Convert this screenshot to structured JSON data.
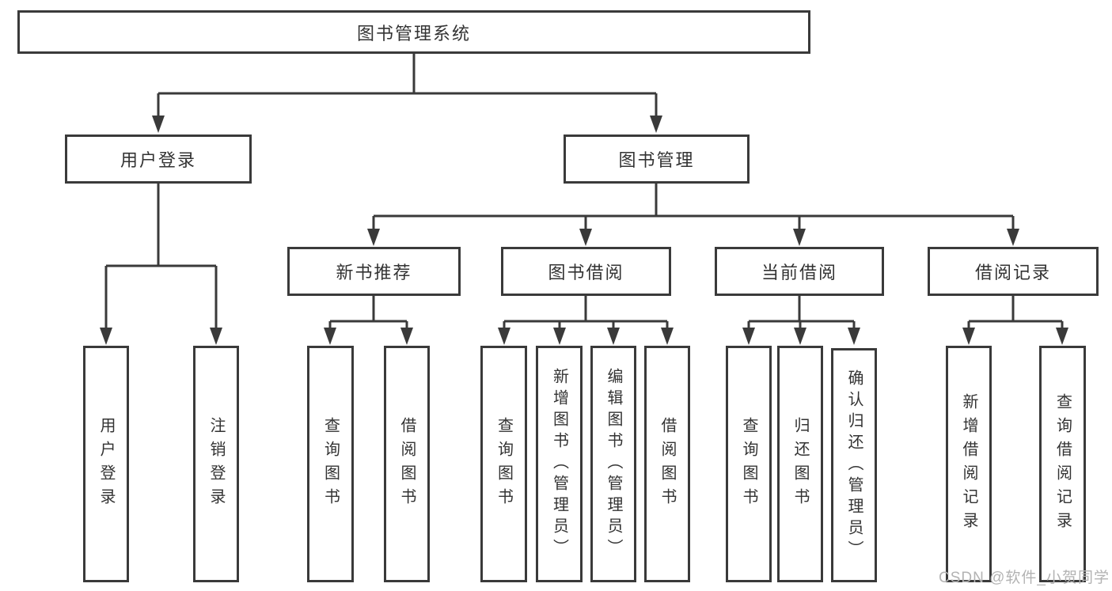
{
  "diagram": {
    "type": "hierarchy-tree",
    "line_color": "#3a3a3a",
    "text_color": "#333333",
    "background": "#ffffff"
  },
  "tree": {
    "root": {
      "label": "图书管理系统"
    },
    "children": [
      {
        "label": "用户登录",
        "children": [
          {
            "label": "用户登录"
          },
          {
            "label": "注销登录"
          }
        ]
      },
      {
        "label": "图书管理",
        "children": [
          {
            "label": "新书推荐",
            "children": [
              {
                "label": "查询图书"
              },
              {
                "label": "借阅图书"
              }
            ]
          },
          {
            "label": "图书借阅",
            "children": [
              {
                "label": "查询图书"
              },
              {
                "label": "新增图书（管理员）"
              },
              {
                "label": "编辑图书（管理员）"
              },
              {
                "label": "借阅图书"
              }
            ]
          },
          {
            "label": "当前借阅",
            "children": [
              {
                "label": "查询图书"
              },
              {
                "label": "归还图书"
              },
              {
                "label": "确认归还（管理员）"
              }
            ]
          },
          {
            "label": "借阅记录",
            "children": [
              {
                "label": "新增借阅记录"
              },
              {
                "label": "查询借阅记录"
              }
            ]
          }
        ]
      }
    ]
  },
  "watermark": {
    "text": "CSDN @软件_小贺同学",
    "color": "#b3b3b3"
  }
}
